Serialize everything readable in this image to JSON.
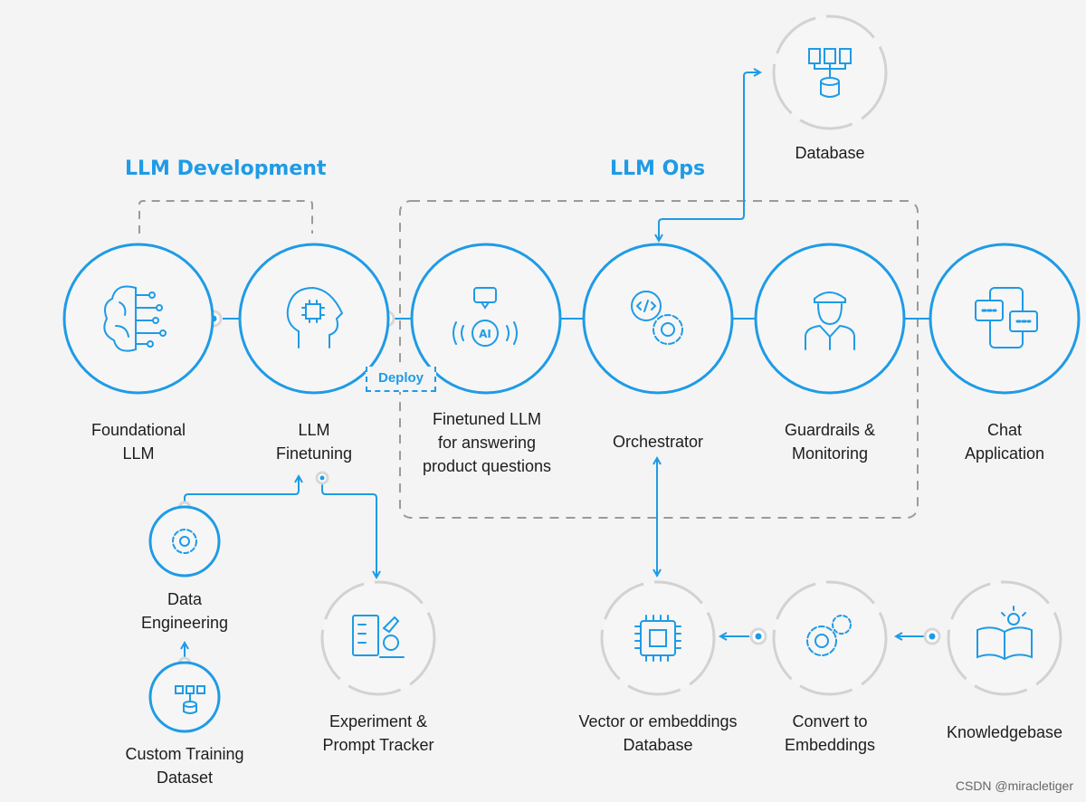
{
  "sections": {
    "development": "LLM Development",
    "ops": "LLM Ops"
  },
  "nodes": {
    "foundational": "Foundational\nLLM",
    "finetuning": "LLM\nFinetuning",
    "finetuned": "Finetuned LLM\nfor answering\nproduct questions",
    "orchestrator": "Orchestrator",
    "guardrails": "Guardrails &\nMonitoring",
    "chat": "Chat\nApplication",
    "database": "Database",
    "data_engineering": "Data\nEngineering",
    "custom_dataset": "Custom Training\nDataset",
    "experiment": "Experiment &\nPrompt Tracker",
    "vector_db": "Vector or embeddings\nDatabase",
    "embeddings": "Convert to\nEmbeddings",
    "knowledgebase": "Knowledgebase"
  },
  "deploy_label": "Deploy",
  "icon_ai_text": "AI",
  "watermark": "CSDN @miracletiger",
  "colors": {
    "accent": "#1e9be6",
    "dashed": "#9a9a9a",
    "circle_fill": "#f6f6f6"
  }
}
